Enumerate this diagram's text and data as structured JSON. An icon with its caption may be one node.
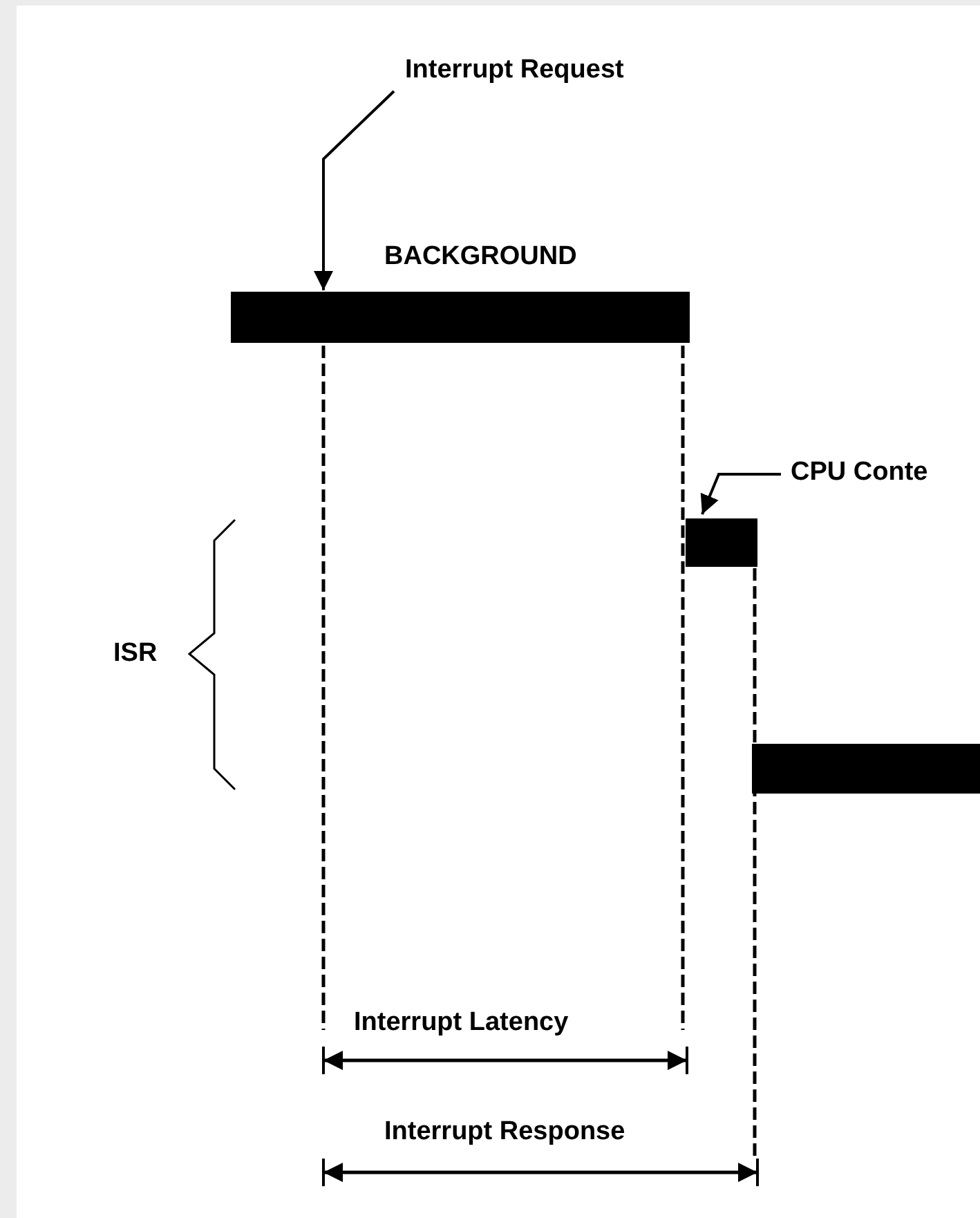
{
  "diagram": {
    "nodes": [
      {
        "text": [
          "Interrupt Request"
        ]
      },
      {
        "text": [
          "BACKGROUND"
        ]
      },
      {
        "text": [
          "CPU Conte"
        ]
      },
      {
        "text": [],
        "shape": "bar"
      },
      {
        "text": [],
        "shape": "bar"
      }
    ],
    "edges": [
      {
        "from": 0,
        "to": 1,
        "arrow": "to"
      },
      {
        "from": 2,
        "to": 3,
        "arrow": "to"
      }
    ],
    "labels": [
      "ISR",
      "Interrupt Latency",
      "Interrupt Response"
    ]
  }
}
